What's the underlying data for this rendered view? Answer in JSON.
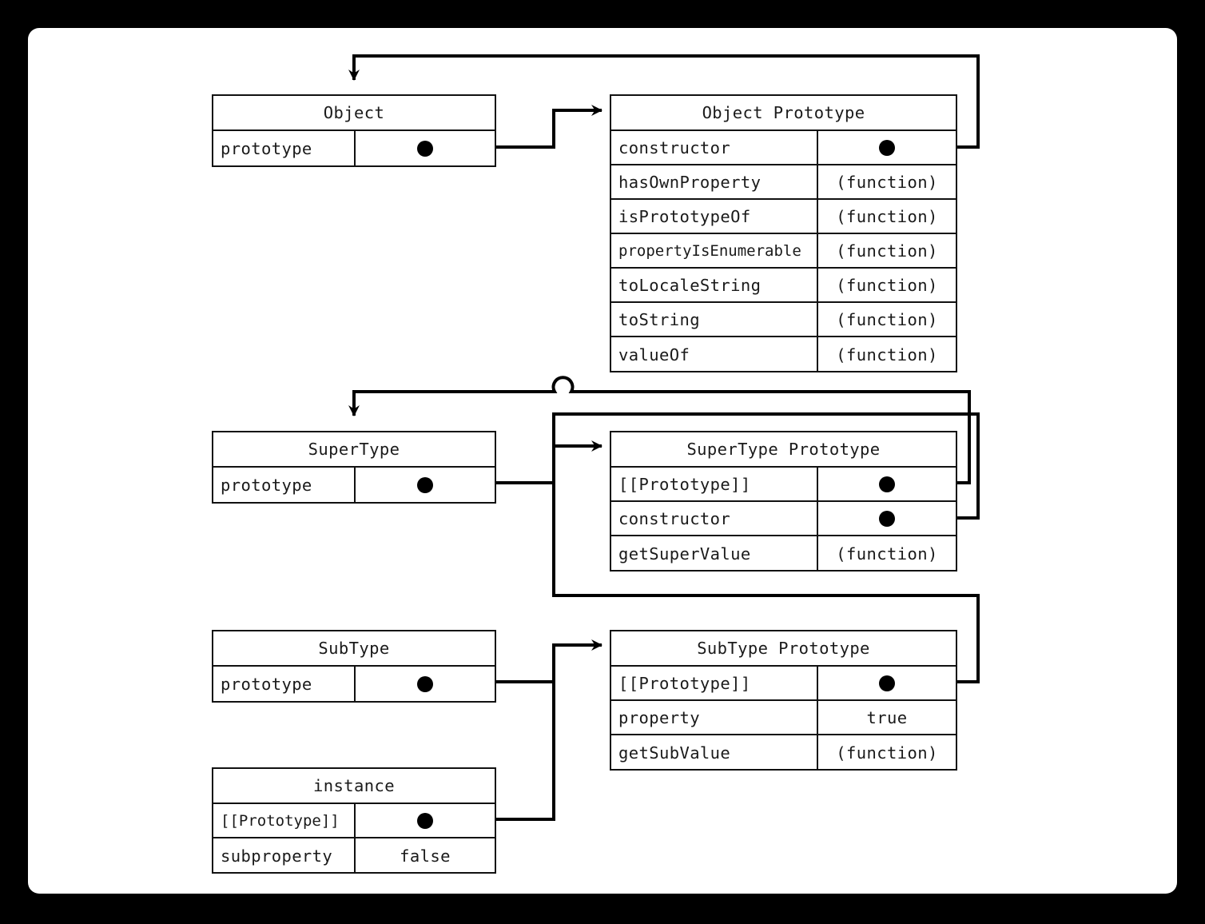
{
  "diagram": {
    "title": "JavaScript prototype chain (SubType inherits SuperType inherits Object)",
    "type": "object-relationship-diagram",
    "frame": {
      "background": "#000000",
      "canvas": "#ffffff"
    },
    "boxes": [
      {
        "id": "object",
        "header": "Object",
        "column": "left",
        "rows": [
          {
            "key": "prototype",
            "value": "",
            "value_kind": "pointer-dot"
          }
        ]
      },
      {
        "id": "object-prototype",
        "header": "Object Prototype",
        "column": "right",
        "rows": [
          {
            "key": "constructor",
            "value": "",
            "value_kind": "pointer-dot"
          },
          {
            "key": "hasOwnProperty",
            "value": "(function)",
            "value_kind": "text"
          },
          {
            "key": "isPrototypeOf",
            "value": "(function)",
            "value_kind": "text"
          },
          {
            "key": "propertyIsEnumerable",
            "value": "(function)",
            "value_kind": "text"
          },
          {
            "key": "toLocaleString",
            "value": "(function)",
            "value_kind": "text"
          },
          {
            "key": "toString",
            "value": "(function)",
            "value_kind": "text"
          },
          {
            "key": "valueOf",
            "value": "(function)",
            "value_kind": "text"
          }
        ]
      },
      {
        "id": "supertype",
        "header": "SuperType",
        "column": "left",
        "rows": [
          {
            "key": "prototype",
            "value": "",
            "value_kind": "pointer-dot"
          }
        ]
      },
      {
        "id": "supertype-prototype",
        "header": "SuperType Prototype",
        "column": "right",
        "rows": [
          {
            "key": "[[Prototype]]",
            "value": "",
            "value_kind": "pointer-dot"
          },
          {
            "key": "constructor",
            "value": "",
            "value_kind": "pointer-dot"
          },
          {
            "key": "getSuperValue",
            "value": "(function)",
            "value_kind": "text"
          }
        ]
      },
      {
        "id": "subtype",
        "header": "SubType",
        "column": "left",
        "rows": [
          {
            "key": "prototype",
            "value": "",
            "value_kind": "pointer-dot"
          }
        ]
      },
      {
        "id": "subtype-prototype",
        "header": "SubType Prototype",
        "column": "right",
        "rows": [
          {
            "key": "[[Prototype]]",
            "value": "",
            "value_kind": "pointer-dot"
          },
          {
            "key": "property",
            "value": "true",
            "value_kind": "text"
          },
          {
            "key": "getSubValue",
            "value": "(function)",
            "value_kind": "text"
          }
        ]
      },
      {
        "id": "instance",
        "header": "instance",
        "column": "left",
        "rows": [
          {
            "key": "[[Prototype]]",
            "value": "",
            "value_kind": "pointer-dot"
          },
          {
            "key": "subproperty",
            "value": "false",
            "value_kind": "text"
          }
        ]
      }
    ],
    "connections": [
      {
        "from": "object.prototype",
        "to": "object-prototype",
        "arrow": true
      },
      {
        "from": "object-prototype.constructor",
        "to": "object",
        "arrow": true
      },
      {
        "from": "supertype.prototype",
        "to": "supertype-prototype",
        "arrow": true
      },
      {
        "from": "supertype-prototype.[[Prototype]]",
        "to": "object-prototype",
        "arrow": true
      },
      {
        "from": "supertype-prototype.constructor",
        "to": "supertype",
        "arrow": true
      },
      {
        "from": "subtype.prototype",
        "to": "subtype-prototype",
        "arrow": true
      },
      {
        "from": "subtype-prototype.[[Prototype]]",
        "to": "supertype-prototype",
        "arrow": true
      },
      {
        "from": "instance.[[Prototype]]",
        "to": "subtype-prototype",
        "arrow": true
      }
    ]
  }
}
